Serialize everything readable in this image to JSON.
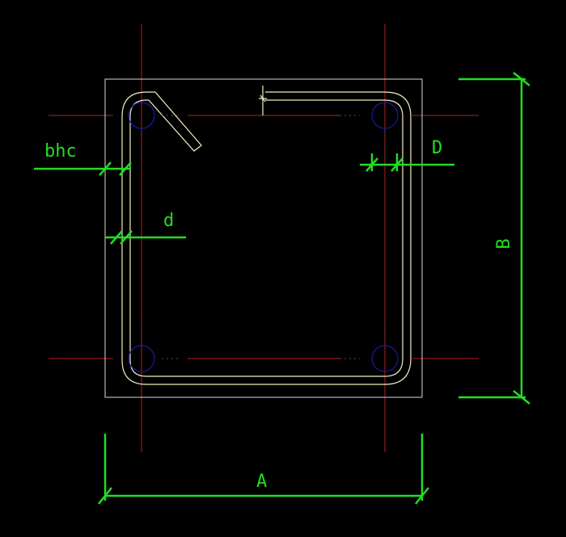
{
  "drawing": {
    "background": "#000000",
    "colors": {
      "dimension": "#22dd22",
      "axis": "#b41e1e",
      "outline": "#d8d8d8",
      "stirrup": "#f0f0c0",
      "bar": "#1a1aa0"
    },
    "labels": {
      "bhc": "bhc",
      "d": "d",
      "D": "D",
      "A": "A",
      "B": "B"
    }
  }
}
